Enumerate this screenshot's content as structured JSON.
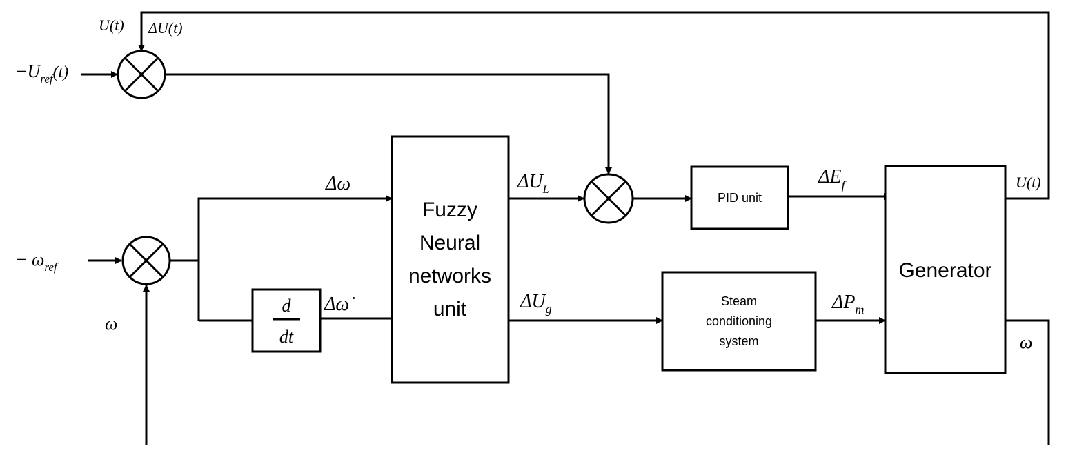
{
  "blocks": {
    "fnn": {
      "lines": [
        "Fuzzy",
        "Neural",
        "networks",
        "unit"
      ]
    },
    "pid": {
      "label": "PID unit"
    },
    "steam": {
      "lines": [
        "Steam",
        "conditioning",
        "system"
      ]
    },
    "generator": {
      "label": "Generator"
    },
    "derivative": {
      "numerator": "d",
      "denominator": "dt"
    }
  },
  "signals": {
    "u_t_top": "U(t)",
    "delta_u_t": "ΔU(t)",
    "u_ref": {
      "main": "−U",
      "sub": "ref",
      "arg": "(t)"
    },
    "omega_ref": {
      "main": "− ω",
      "sub": "ref"
    },
    "omega_feedback_left": "ω",
    "delta_omega": "Δω",
    "delta_omega_dot": "Δω̇",
    "delta_u_l": {
      "main": "ΔU",
      "sub": "L"
    },
    "delta_u_g": {
      "main": "ΔU",
      "sub": "g"
    },
    "delta_e_f": {
      "main": "ΔE",
      "sub": "f"
    },
    "delta_p_m": {
      "main": "ΔP",
      "sub": "m"
    },
    "u_t_right": "U(t)",
    "omega_right": "ω"
  }
}
